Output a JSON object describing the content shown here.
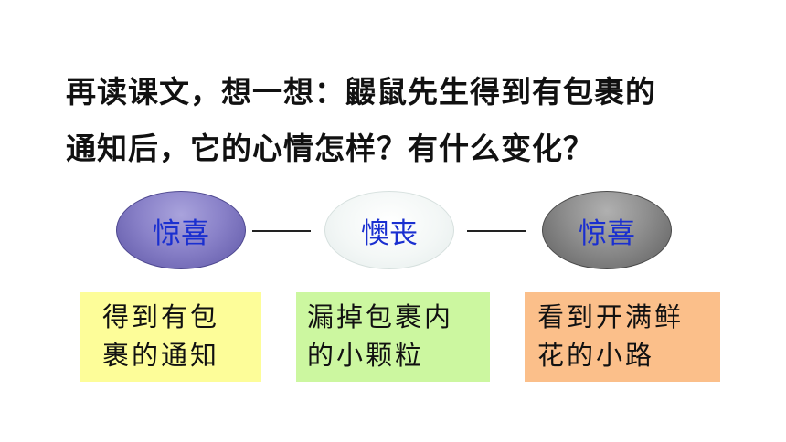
{
  "question": {
    "line1": "再读课文，想一想：鼹鼠先生得到有包裹的",
    "line2": "通知后，它的心情怎样？有什么变化？"
  },
  "moods": [
    {
      "label": "惊喜"
    },
    {
      "label": "懊丧"
    },
    {
      "label": "惊喜"
    }
  ],
  "events": [
    {
      "line1": "得到有包",
      "line2": "裹的通知"
    },
    {
      "line1": "漏掉包裹内",
      "line2": "的小颗粒"
    },
    {
      "line1": "看到开满鲜",
      "line2": "花的小路"
    }
  ],
  "colors": {
    "mood_text": "#1a2fd0",
    "box1": "#fdfd99",
    "box2": "#ccf7a0",
    "box3": "#fbbf8a"
  }
}
